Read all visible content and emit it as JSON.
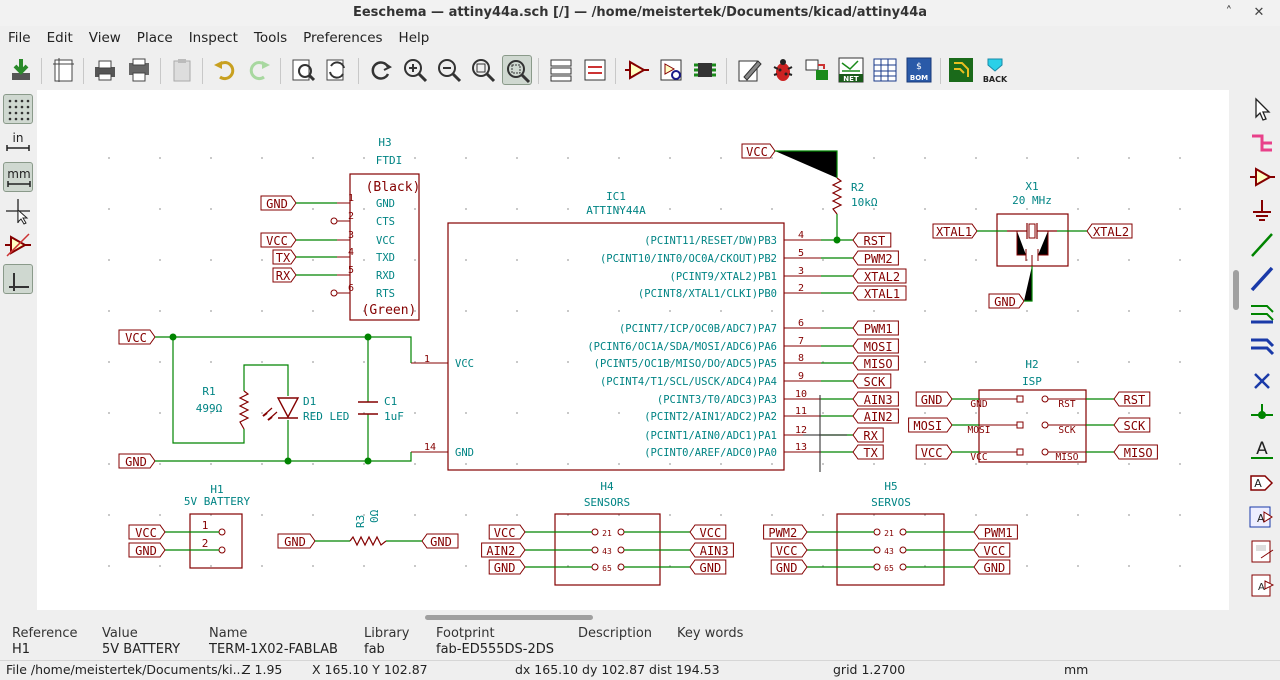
{
  "window": {
    "title": "Eeschema — attiny44a.sch [/] — /home/meistertek/Documents/kicad/attiny44a",
    "minimize_glyph": "˄",
    "close_glyph": "✕"
  },
  "menu": [
    "File",
    "Edit",
    "View",
    "Place",
    "Inspect",
    "Tools",
    "Preferences",
    "Help"
  ],
  "toolbar": {
    "back_label": "BACK",
    "net_label": "NET",
    "bom_label": "BOM",
    "icons": [
      "save-icon",
      "page-settings-icon",
      "print-icon",
      "plot-icon",
      "paste-icon",
      "undo-icon",
      "redo-icon",
      "find-icon",
      "find-replace-icon",
      "redraw-icon",
      "zoom-in-icon",
      "zoom-out-icon",
      "zoom-fit-icon",
      "zoom-selection-icon",
      "hierarchy-navigator-icon",
      "leave-sheet-icon",
      "symbol-editor-icon",
      "symbol-browser-icon",
      "footprint-editor-icon",
      "annotate-icon",
      "erc-icon",
      "assign-footprints-icon",
      "netlist-icon",
      "fields-editor-icon",
      "bom-icon",
      "pcbnew-icon",
      "back-to-pcb-icon"
    ]
  },
  "left_toolbar": {
    "in_label": "in",
    "mm_label": "mm"
  },
  "schematic": {
    "h3": {
      "ref": "H3",
      "name": "FTDI",
      "top": "(Black)",
      "bottom": "(Green)",
      "pins": [
        {
          "num": "1",
          "name": "GND"
        },
        {
          "num": "2",
          "name": "CTS"
        },
        {
          "num": "3",
          "name": "VCC"
        },
        {
          "num": "4",
          "name": "TXD"
        },
        {
          "num": "5",
          "name": "RXD"
        },
        {
          "num": "6",
          "name": "RTS"
        }
      ],
      "labels": [
        "GND",
        "VCC",
        "TX",
        "RX"
      ]
    },
    "ic1": {
      "ref": "IC1",
      "name": "ATTINY44A",
      "right_pins": [
        {
          "num": "4",
          "name": "(PCINT11/RESET/DW)PB3",
          "net": "RST"
        },
        {
          "num": "5",
          "name": "(PCINT10/INT0/OC0A/CKOUT)PB2",
          "net": "PWM2"
        },
        {
          "num": "3",
          "name": "(PCINT9/XTAL2)PB1",
          "net": "XTAL2"
        },
        {
          "num": "2",
          "name": "(PCINT8/XTAL1/CLKI)PB0",
          "net": "XTAL1"
        },
        {
          "num": "6",
          "name": "(PCINT7/ICP/OC0B/ADC7)PA7",
          "net": "PWM1"
        },
        {
          "num": "7",
          "name": "(PCINT6/OC1A/SDA/MOSI/ADC6)PA6",
          "net": "MOSI"
        },
        {
          "num": "8",
          "name": "(PCINT5/OC1B/MISO/DO/ADC5)PA5",
          "net": "MISO"
        },
        {
          "num": "9",
          "name": "(PCINT4/T1/SCL/USCK/ADC4)PA4",
          "net": "SCK"
        },
        {
          "num": "10",
          "name": "(PCINT3/T0/ADC3)PA3",
          "net": "AIN3"
        },
        {
          "num": "11",
          "name": "(PCINT2/AIN1/ADC2)PA2",
          "net": "AIN2"
        },
        {
          "num": "12",
          "name": "(PCINT1/AIN0/ADC1)PA1",
          "net": "RX"
        },
        {
          "num": "13",
          "name": "(PCINT0/AREF/ADC0)PA0",
          "net": "TX"
        }
      ],
      "vcc_pin": {
        "num": "1",
        "name": "VCC"
      },
      "gnd_pin": {
        "num": "14",
        "name": "GND"
      }
    },
    "r2": {
      "ref": "R2",
      "value": "10kΩ",
      "net": "VCC",
      "rst": "RST"
    },
    "x1": {
      "ref": "X1",
      "value": "20 MHz",
      "left": "XTAL1",
      "right": "XTAL2",
      "gnd": "GND"
    },
    "r1": {
      "ref": "R1",
      "value": "499Ω"
    },
    "d1": {
      "ref": "D1",
      "value": "RED LED"
    },
    "c1": {
      "ref": "C1",
      "value": "1uF"
    },
    "vcc_left": "VCC",
    "gnd_left": "GND",
    "h2": {
      "ref": "H2",
      "name": "ISP",
      "left_pins": [
        "GND",
        "MOSI",
        "VCC"
      ],
      "right_pins": [
        "RST",
        "SCK",
        "MISO"
      ],
      "left_labels": [
        "GND",
        "MOSI",
        "VCC"
      ],
      "right_labels": [
        "RST",
        "SCK",
        "MISO"
      ]
    },
    "h1": {
      "ref": "H1",
      "name": "5V BATTERY",
      "pins": [
        "1",
        "2"
      ],
      "labels": [
        "VCC",
        "GND"
      ]
    },
    "r3": {
      "ref": "R3",
      "value": "0Ω",
      "left": "GND",
      "right": "GND"
    },
    "h4": {
      "ref": "H4",
      "name": "SENSORS",
      "pins": [
        "21",
        "43",
        "65"
      ],
      "left": [
        "VCC",
        "AIN2",
        "GND"
      ],
      "right": [
        "VCC",
        "AIN3",
        "GND"
      ]
    },
    "h5": {
      "ref": "H5",
      "name": "SERVOS",
      "pins": [
        "21",
        "43",
        "65"
      ],
      "left": [
        "PWM2",
        "VCC",
        "GND"
      ],
      "right": [
        "PWM1",
        "VCC",
        "GND"
      ]
    }
  },
  "info": {
    "headers": [
      "Reference",
      "Value",
      "Name",
      "Library",
      "Footprint",
      "Description",
      "Key words"
    ],
    "values": [
      "H1",
      "5V BATTERY",
      "TERM-1X02-FABLAB",
      "fab",
      "fab-ED555DS-2DS",
      "",
      ""
    ]
  },
  "status": {
    "file": "File /home/meistertek/Documents/ki...",
    "zoom": "Z 1.95",
    "xy": "X 165.10  Y 102.87",
    "delta": "dx 165.10  dy 102.87  dist 194.53",
    "grid": "grid 1.2700",
    "units": "mm"
  },
  "colors": {
    "wire": "#008400",
    "symbol": "#840000",
    "text": "#008484",
    "junction": "#008400",
    "canvas": "#ffffff",
    "body_fill": "#ffffc2"
  }
}
